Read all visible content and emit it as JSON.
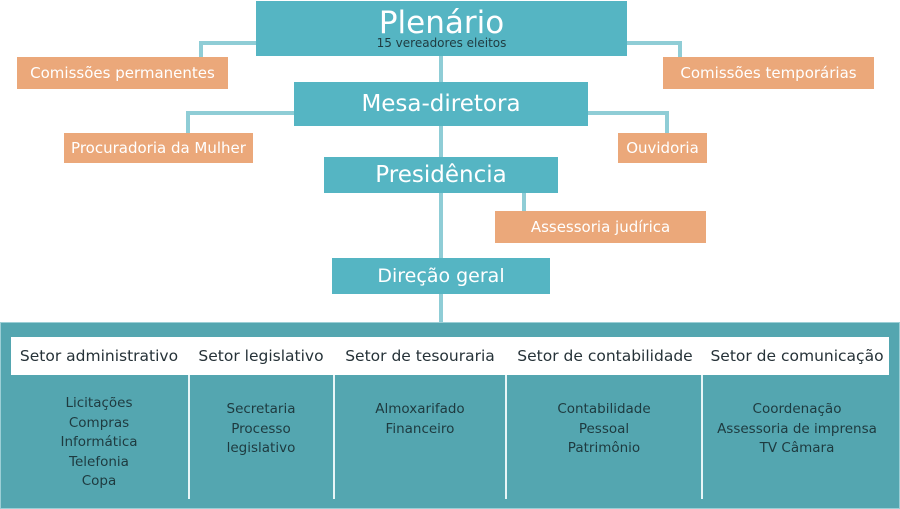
{
  "colors": {
    "teal": "#55b5c3",
    "orange": "#eba87a",
    "connector": "#8fcdd6",
    "panel": "#54a6b0"
  },
  "plenario": {
    "title": "Plenário",
    "subtitle": "15 vereadores eleitos"
  },
  "side_units": {
    "comissoes_permanentes": "Comissões permanentes",
    "comissoes_temporarias": "Comissões temporárias",
    "procuradoria": "Procuradoria da Mulher",
    "ouvidoria": "Ouvidoria",
    "assessoria_juridica": "Assessoria judírica"
  },
  "main_units": {
    "mesa_diretora": "Mesa-diretora",
    "presidencia": "Presidência",
    "direcao_geral": "Direção geral"
  },
  "sectors": [
    {
      "name": "Setor administrativo",
      "items": [
        "Licitações",
        "Compras",
        "Informática",
        "Telefonia",
        "Copa"
      ]
    },
    {
      "name": "Setor legislativo",
      "items": [
        "Secretaria",
        "Processo",
        "legislativo"
      ]
    },
    {
      "name": "Setor de tesouraria",
      "items": [
        "Almoxarifado",
        "Financeiro"
      ]
    },
    {
      "name": "Setor de contabilidade",
      "items": [
        "Contabilidade",
        "Pessoal",
        "Patrimônio"
      ]
    },
    {
      "name": "Setor de comunicação",
      "items": [
        "Coordenação",
        "Assessoria de imprensa",
        "TV Câmara"
      ]
    }
  ]
}
